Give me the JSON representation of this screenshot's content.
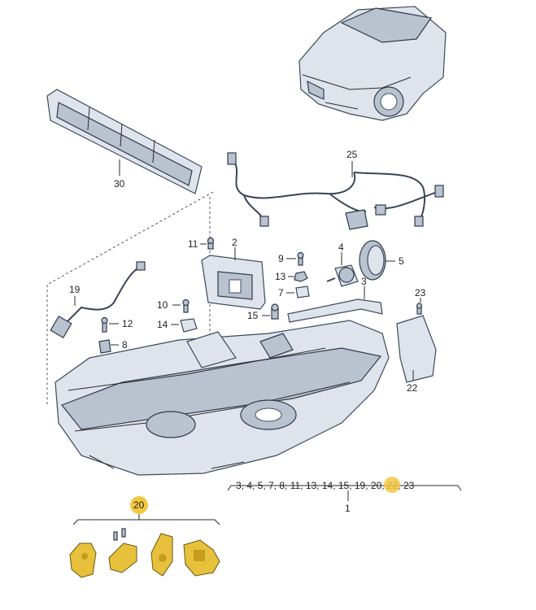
{
  "callouts": {
    "p30": "30",
    "p25": "25",
    "p11": "11",
    "p2": "2",
    "p9": "9",
    "p4": "4",
    "p5": "5",
    "p13": "13",
    "p7": "7",
    "p3": "3",
    "p19": "19",
    "p10": "10",
    "p15": "15",
    "p23": "23",
    "p12": "12",
    "p14": "14",
    "p8": "8",
    "p22": "22",
    "p1": "1",
    "p20": "20"
  },
  "assembly_list": {
    "prefix": "3, 4, 5, 7, 8, 11, 13, 14, 15, 19, ",
    "highlighted": "20",
    "suffix": ", 22, 23"
  },
  "colors": {
    "highlight": "#f2c842",
    "part_fill": "#dfe4ec",
    "outline": "#3d4a5c"
  }
}
